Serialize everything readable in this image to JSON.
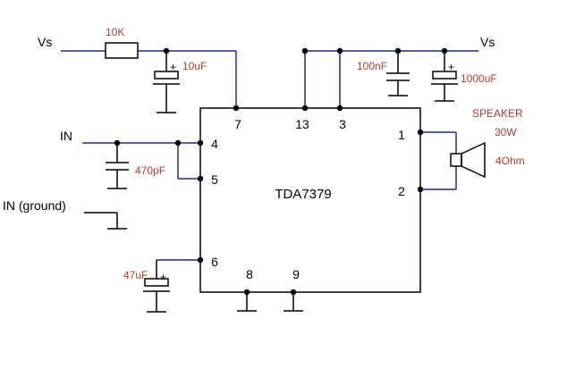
{
  "schematic": {
    "chip_name": "TDA7379",
    "pins": {
      "p1": "1",
      "p2": "2",
      "p3": "3",
      "p4": "4",
      "p5": "5",
      "p6": "6",
      "p7": "7",
      "p8": "8",
      "p9": "9",
      "p13": "13"
    },
    "supply_left": "Vs",
    "supply_right": "Vs",
    "input_label": "IN",
    "input_ground_label": "IN (ground)",
    "resistor_value": "10K",
    "cap_10uF": "10uF",
    "cap_100nF": "100nF",
    "cap_1000uF": "1000uF",
    "cap_470pF": "470pF",
    "cap_47uF": "47uF",
    "speaker_label": "SPEAKER",
    "speaker_power": "30W",
    "speaker_impedance": "4Ohm",
    "plus_sign": "+"
  },
  "colors": {
    "wire_blue": "#1f2a8c",
    "wire_black": "#000000",
    "value_red": "#b03a2e"
  }
}
